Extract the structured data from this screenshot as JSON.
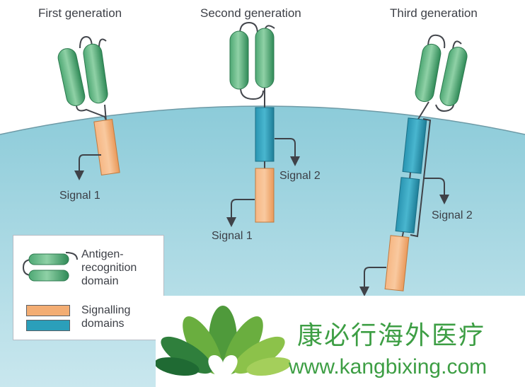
{
  "titles": {
    "first": "First generation",
    "second": "Second generation",
    "third": "Third generation"
  },
  "signals": {
    "first_signal_1": "Signal 1",
    "second_signal_2": "Signal 2",
    "second_signal_1": "Signal 1",
    "third_signal_2": "Signal 2"
  },
  "legend": {
    "antigen_label": "Antigen-\nrecognition\ndomain",
    "signalling_label": "Signalling\ndomains"
  },
  "watermark": {
    "name_cn": "康必行海外医疗",
    "url": "www.kangbixing.com"
  },
  "colors": {
    "antigen_domain": "#3fa46a",
    "signalling_orange": "#f3ad73",
    "signalling_blue": "#2b9fba",
    "cell_interior": "#a8d6e0",
    "brand_green": "#3d9e44"
  }
}
